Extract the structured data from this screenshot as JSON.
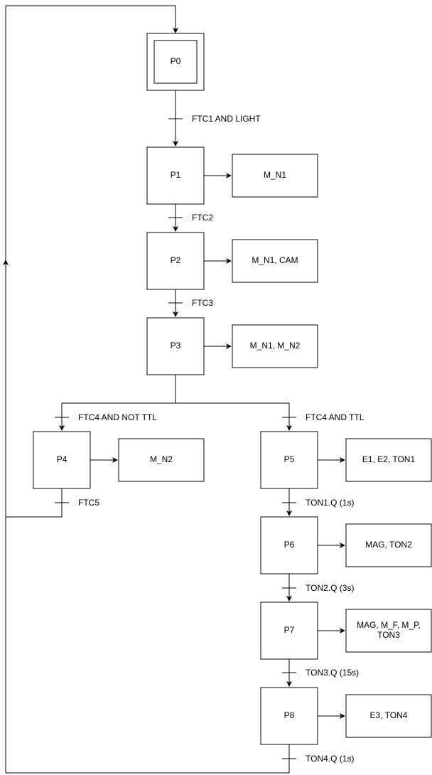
{
  "steps": {
    "p0": "P0",
    "p1": "P1",
    "p2": "P2",
    "p3": "P3",
    "p4": "P4",
    "p5": "P5",
    "p6": "P6",
    "p7": "P7",
    "p8": "P8"
  },
  "actions": {
    "p1": "M_N1",
    "p2": "M_N1, CAM",
    "p3": "M_N1, M_N2",
    "p4": "M_N2",
    "p5": "E1, E2, TON1",
    "p6": "MAG, TON2",
    "p7_line1": "MAG, M_F, M_P,",
    "p7_line2": "TON3",
    "p8": "E3, TON4"
  },
  "transitions": {
    "t_p0_p1": "FTC1 AND LIGHT",
    "t_p1_p2": "FTC2",
    "t_p2_p3": "FTC3",
    "t_p3_p4": "FTC4 AND NOT TTL",
    "t_p3_p5": "FTC4 AND TTL",
    "t_p4_p0": "FTC5",
    "t_p5_p6": "TON1.Q (1s)",
    "t_p6_p7": "TON2.Q (3s)",
    "t_p7_p8": "TON3.Q (15s)",
    "t_p8_p0": "TON4.Q (1s)"
  }
}
